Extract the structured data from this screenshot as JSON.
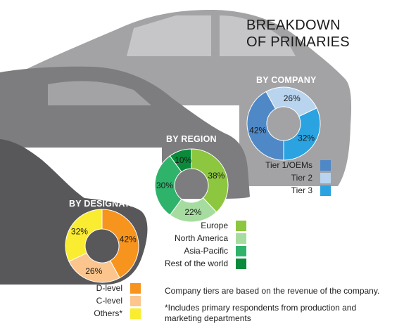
{
  "title_line1": "BREAKDOWN",
  "title_line2": "OF PRIMARIES",
  "chart_data": [
    {
      "type": "pie",
      "title": "BY COMPANY",
      "categories": [
        "Tier 1/OEMs",
        "Tier 2",
        "Tier 3"
      ],
      "values": [
        42,
        26,
        32
      ],
      "labels": [
        "42%",
        "26%",
        "32%"
      ],
      "colors": [
        "#4f88c6",
        "#b9d4ee",
        "#2aa3e0"
      ]
    },
    {
      "type": "pie",
      "title": "BY REGION",
      "categories": [
        "Europe",
        "North America",
        "Asia-Pacific",
        "Rest of the world"
      ],
      "values": [
        38,
        22,
        30,
        10
      ],
      "labels": [
        "38%",
        "22%",
        "30%",
        "10%"
      ],
      "colors": [
        "#8dc63f",
        "#a7dca0",
        "#2fb36b",
        "#0a8a3a"
      ]
    },
    {
      "type": "pie",
      "title": "BY DESIGNATION",
      "categories": [
        "D-level",
        "C-level",
        "Others*"
      ],
      "values": [
        42,
        26,
        32
      ],
      "labels": [
        "42%",
        "26%",
        "32%"
      ],
      "colors": [
        "#f7941d",
        "#fbc58d",
        "#f9ec31"
      ]
    }
  ],
  "notes": {
    "tiers": "Company tiers are based on the revenue of the company.",
    "includes": "*Includes primary respondents from production and marketing departments"
  }
}
